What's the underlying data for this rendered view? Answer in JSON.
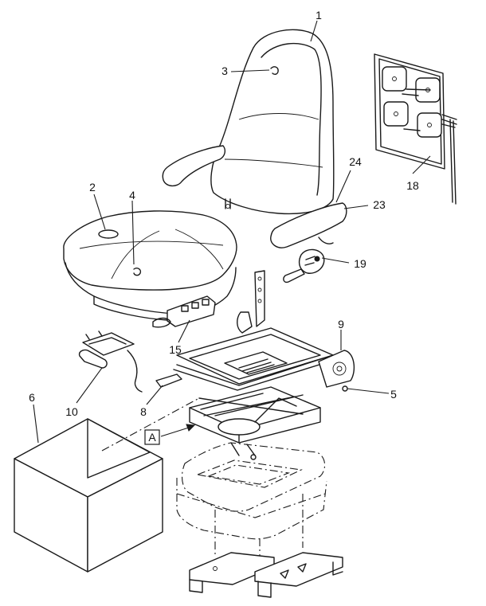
{
  "callouts": {
    "c1": "1",
    "c2": "2",
    "c3": "3",
    "c4": "4",
    "c5": "5",
    "c6": "6",
    "c8": "8",
    "c9": "9",
    "c10": "10",
    "c15": "15",
    "c18": "18",
    "c19": "19",
    "c23": "23",
    "c24": "24"
  },
  "view_marker": "A",
  "colors": {
    "line": "#1a1a1a",
    "background": "#ffffff"
  }
}
